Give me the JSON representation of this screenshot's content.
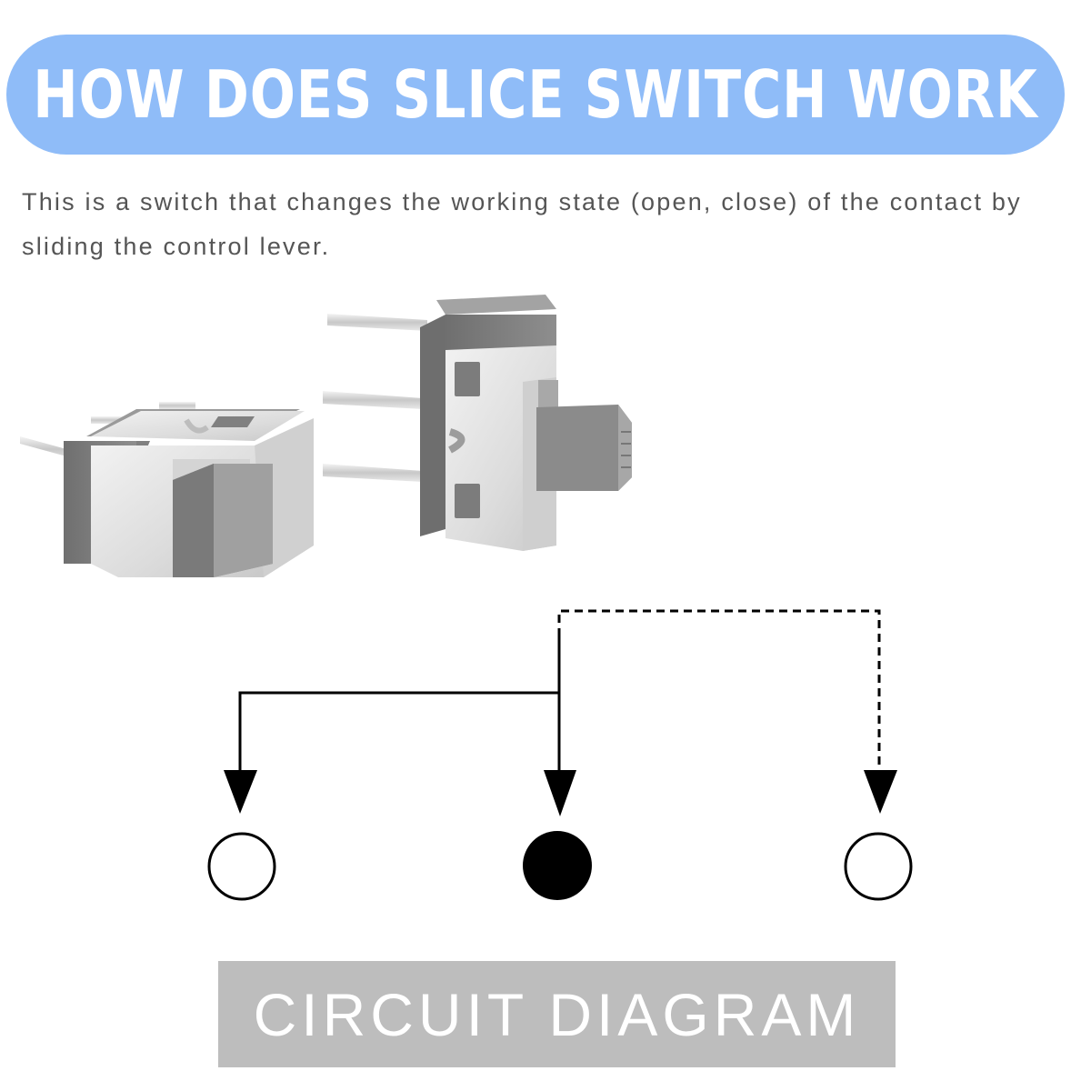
{
  "header": {
    "title": "HOW DOES SLICE SWITCH WORK"
  },
  "intro": {
    "description": "This is a switch that changes the working state (open, close) of the contact by sliding the control lever."
  },
  "diagram": {
    "caption": "CIRCUIT DIAGRAM",
    "terminals": [
      {
        "position": "left",
        "state": "open"
      },
      {
        "position": "center",
        "state": "filled"
      },
      {
        "position": "right",
        "state": "open"
      }
    ]
  },
  "colors": {
    "banner": "#8fbcf8",
    "banner_text": "#ffffff",
    "body_text": "#555555",
    "caption_bg": "#bdbdbd",
    "caption_text": "#ffffff",
    "switch_body": "#7d7d7d",
    "switch_metal": "#e4e4e4",
    "diagram_line": "#000000"
  }
}
